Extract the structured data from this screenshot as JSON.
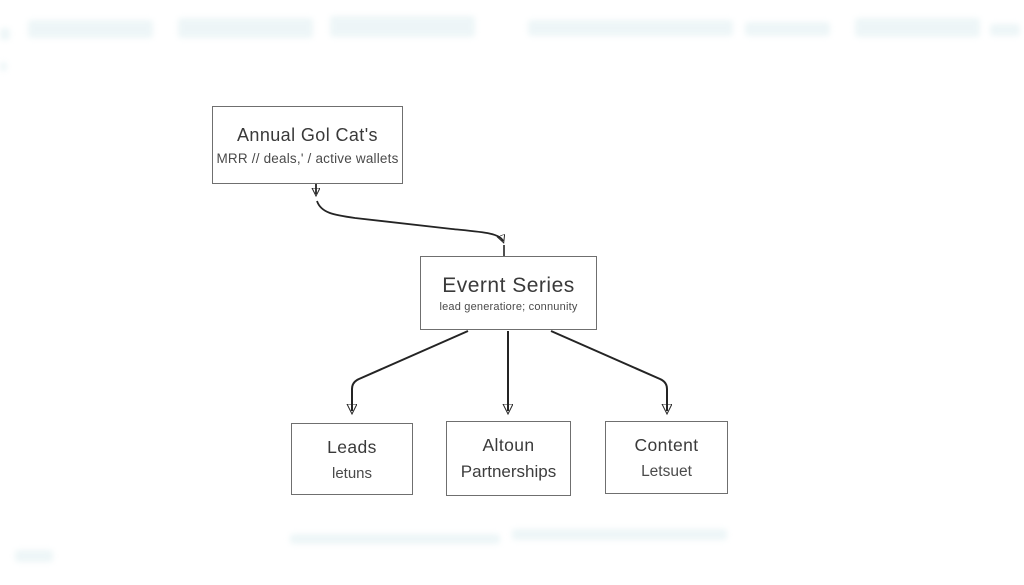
{
  "diagram": {
    "type": "flowchart",
    "nodes": [
      {
        "id": "annual-goals",
        "title": "Annual Gol Cat's",
        "subtitle": "MRR // deals,' / active wallets"
      },
      {
        "id": "event-series",
        "title": "Evernt Series",
        "subtitle": "lead generatiore; connunity"
      },
      {
        "id": "leads",
        "title": "Leads",
        "subtitle": "letuns"
      },
      {
        "id": "altoun-partnerships",
        "title": "Altoun",
        "subtitle": "Partnerships"
      },
      {
        "id": "content",
        "title": "Content",
        "subtitle": "Letsuet"
      }
    ],
    "edges": [
      {
        "from": "annual-goals",
        "to": "event-series"
      },
      {
        "from": "event-series",
        "to": "leads"
      },
      {
        "from": "event-series",
        "to": "altoun-partnerships"
      },
      {
        "from": "event-series",
        "to": "content"
      }
    ],
    "colors": {
      "background": "#ffffff",
      "node_border": "#6f6f6f",
      "node_text": "#3d3d3d",
      "connector": "#242424",
      "ghost_artifact": "#dcedf0"
    }
  }
}
